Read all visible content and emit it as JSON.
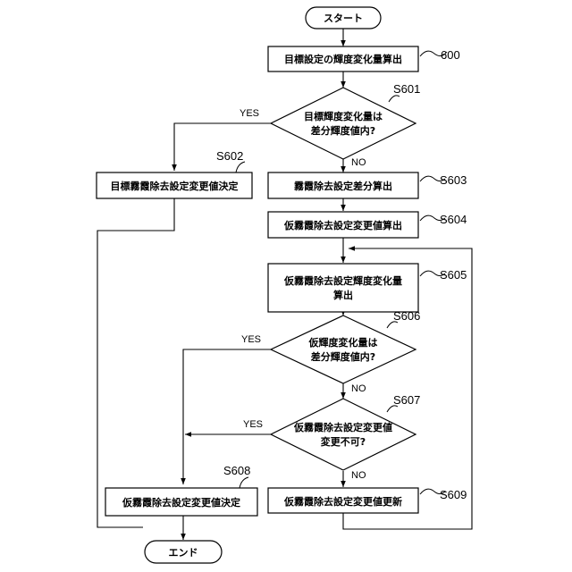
{
  "terminals": {
    "start": "スタート",
    "end": "エンド"
  },
  "steps": {
    "s600": {
      "label": "600",
      "text": "目標設定の輝度変化量算出"
    },
    "s601": {
      "label": "S601",
      "line1": "目標輝度変化量は",
      "line2": "差分輝度値内?"
    },
    "s602": {
      "label": "S602",
      "text": "目標霧霞除去設定変更値決定"
    },
    "s603": {
      "label": "S603",
      "text": "霧霞除去設定差分算出"
    },
    "s604": {
      "label": "S604",
      "text": "仮霧霞除去設定変更値算出"
    },
    "s605": {
      "label": "S605",
      "line1": "仮霧霞除去設定輝度変化量",
      "line2": "算出"
    },
    "s606": {
      "label": "S606",
      "line1": "仮輝度変化量は",
      "line2": "差分輝度値内?"
    },
    "s607": {
      "label": "S607",
      "line1": "仮霧霞除去設定変更値",
      "line2": "変更不可?"
    },
    "s608": {
      "label": "S608",
      "text": "仮霧霞除去設定変更値決定"
    },
    "s609": {
      "label": "S609",
      "text": "仮霧霞除去設定変更値更新"
    }
  },
  "branches": {
    "s601_yes": "YES",
    "s601_no": "NO",
    "s606_yes": "YES",
    "s606_no": "NO",
    "s607_yes": "YES",
    "s607_no": "NO"
  }
}
